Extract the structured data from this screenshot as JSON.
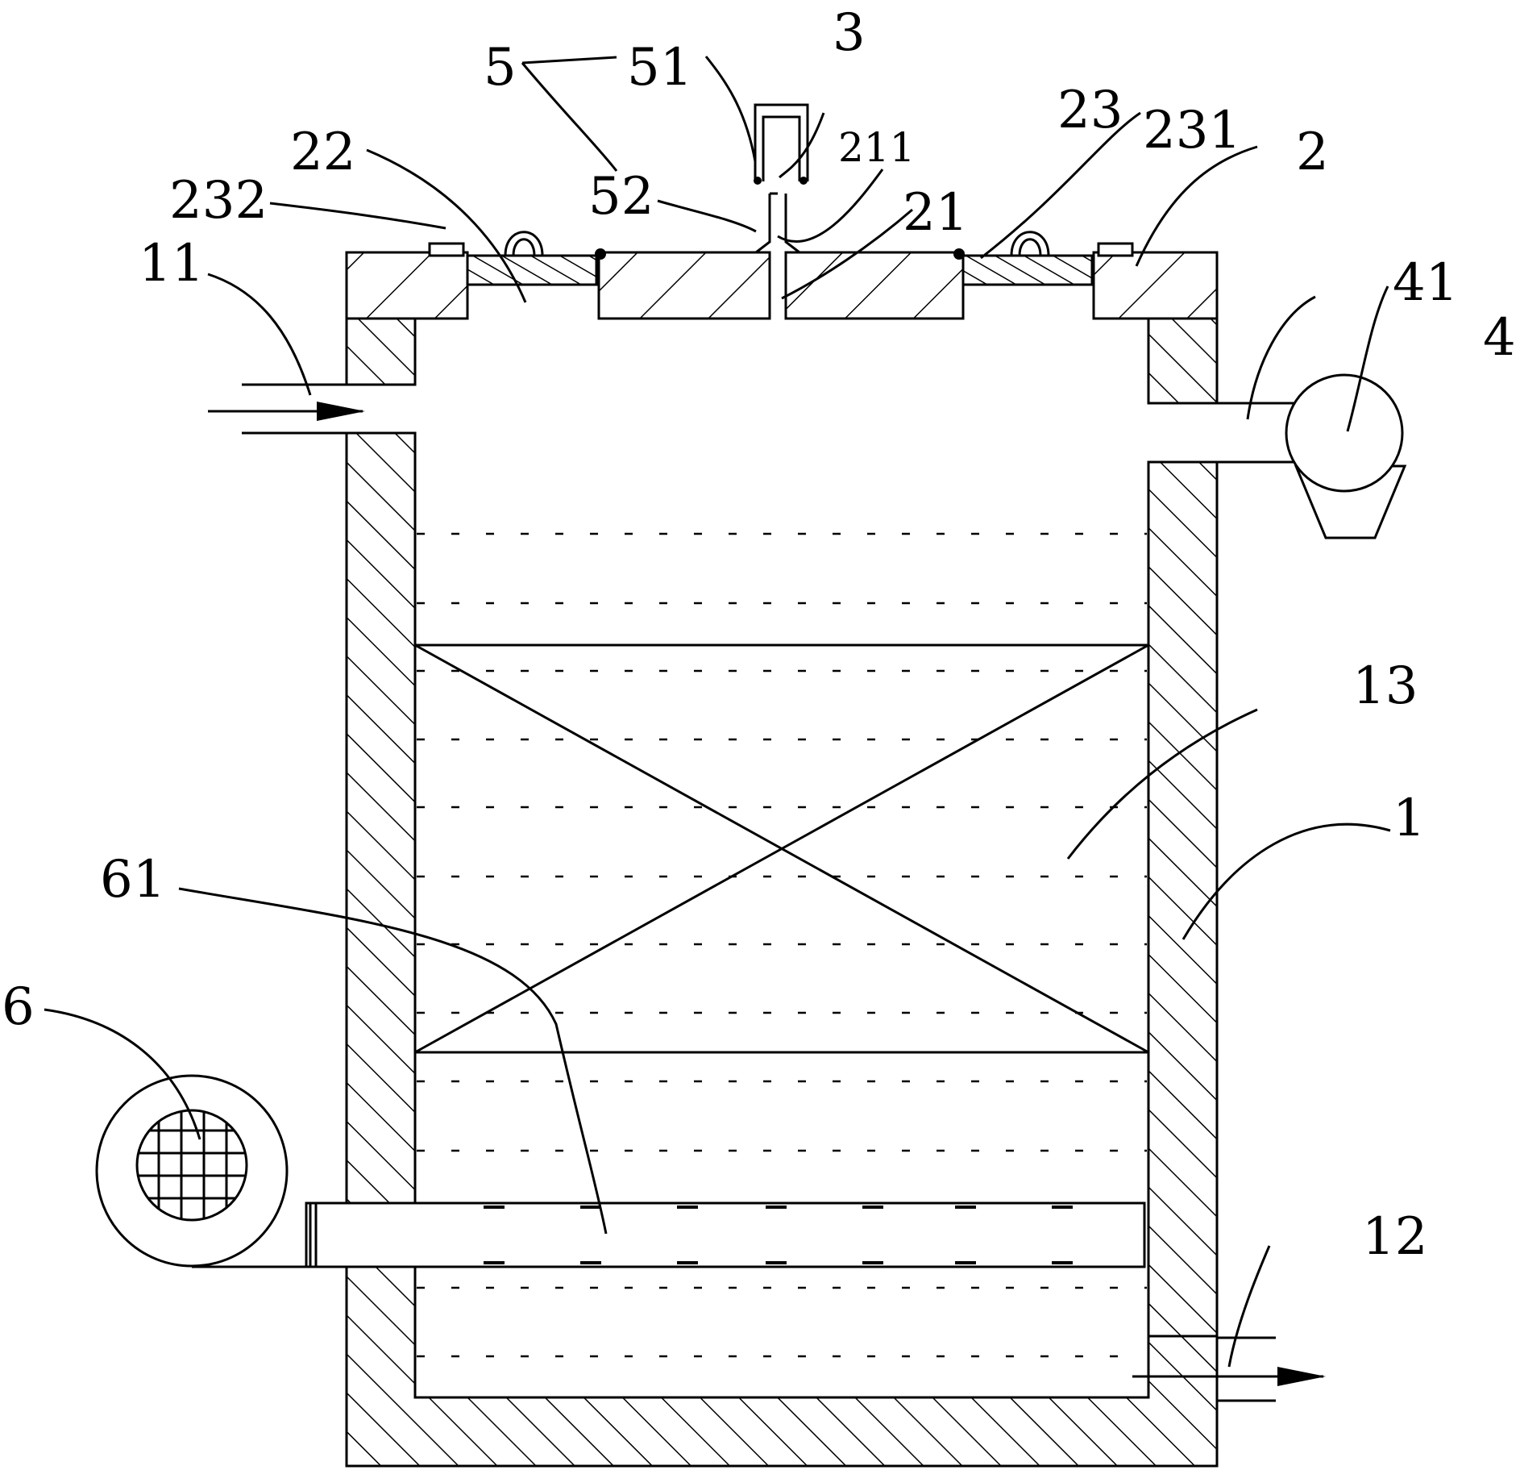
{
  "labels": {
    "n1": "1",
    "n2": "2",
    "n3": "3",
    "n4": "4",
    "n5": "5",
    "n6": "6",
    "n11": "11",
    "n12": "12",
    "n13": "13",
    "n21": "21",
    "n22": "22",
    "n23": "23",
    "n41": "41",
    "n51": "51",
    "n52": "52",
    "n61": "61",
    "n211": "211",
    "n231": "231",
    "n232": "232"
  },
  "colors": {
    "line": "#000000",
    "background": "#ffffff"
  }
}
